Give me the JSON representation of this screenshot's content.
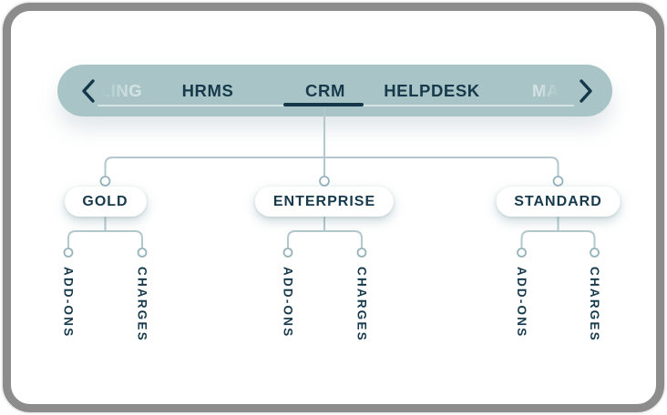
{
  "nav": {
    "prev_icon": "chevron-left",
    "next_icon": "chevron-right",
    "active_tab": "CRM",
    "items": [
      {
        "label": "LING",
        "state": "faded-partial"
      },
      {
        "label": "HRMS",
        "state": "normal"
      },
      {
        "label": "CRM",
        "state": "active"
      },
      {
        "label": "HELPDESK",
        "state": "normal"
      },
      {
        "label": "MA",
        "state": "faded-partial"
      }
    ]
  },
  "tree": {
    "root_tab": "CRM",
    "nodes": [
      {
        "label": "GOLD",
        "children": [
          "ADD-ONS",
          "CHARGES"
        ]
      },
      {
        "label": "ENTERPRISE",
        "children": [
          "ADD-ONS",
          "CHARGES"
        ]
      },
      {
        "label": "STANDARD",
        "children": [
          "ADD-ONS",
          "CHARGES"
        ]
      }
    ]
  },
  "colors": {
    "pill_background": "#a8c4c6",
    "ink_navy": "#16394b",
    "active_underline": "#14384a",
    "connector_line": "#b3c8cd",
    "connector_circle": "#95b3bc",
    "card_border": "#8c8c8c",
    "track_line": "rgba(255,255,255,0.55)"
  }
}
